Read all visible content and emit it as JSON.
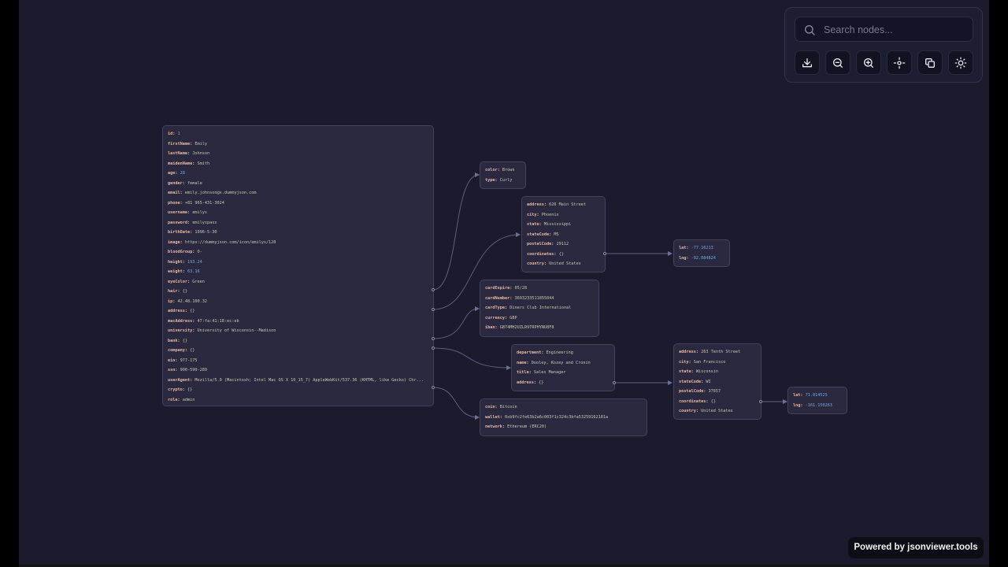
{
  "toolbar": {
    "search_placeholder": "Search nodes...",
    "buttons": [
      {
        "name": "download-button",
        "icon": "download-icon"
      },
      {
        "name": "zoom-out-button",
        "icon": "zoom-out-icon"
      },
      {
        "name": "zoom-in-button",
        "icon": "zoom-in-icon"
      },
      {
        "name": "center-view-button",
        "icon": "crosshair-icon"
      },
      {
        "name": "copy-button",
        "icon": "copy-icon"
      },
      {
        "name": "theme-toggle-button",
        "icon": "sun-icon"
      }
    ]
  },
  "footer": {
    "powered_by": "Powered by jsonviewer.tools"
  },
  "colors": {
    "background": "#1c1b2d",
    "node": "#2a2940",
    "key": "#e6b8a2",
    "string": "#c9c9b0",
    "number": "#7aa8e0",
    "edge": "#6a6a8c"
  },
  "nodes": {
    "root": [
      {
        "k": "id",
        "v": "1",
        "t": "num"
      },
      {
        "k": "firstName",
        "v": "Emily"
      },
      {
        "k": "lastName",
        "v": "Johnson"
      },
      {
        "k": "maidenName",
        "v": "Smith"
      },
      {
        "k": "age",
        "v": "28",
        "t": "num"
      },
      {
        "k": "gender",
        "v": "female"
      },
      {
        "k": "email",
        "v": "emily.johnson@x.dummyjson.com"
      },
      {
        "k": "phone",
        "v": "+81 965-431-3024"
      },
      {
        "k": "username",
        "v": "emilys"
      },
      {
        "k": "password",
        "v": "emilyspass"
      },
      {
        "k": "birthDate",
        "v": "1996-5-30"
      },
      {
        "k": "image",
        "v": "https://dummyjson.com/icon/emilys/128"
      },
      {
        "k": "bloodGroup",
        "v": "O-"
      },
      {
        "k": "height",
        "v": "193.24",
        "t": "num"
      },
      {
        "k": "weight",
        "v": "63.16",
        "t": "num"
      },
      {
        "k": "eyeColor",
        "v": "Green"
      },
      {
        "k": "hair",
        "v": "{}"
      },
      {
        "k": "ip",
        "v": "42.48.100.32"
      },
      {
        "k": "address",
        "v": "{}"
      },
      {
        "k": "macAddress",
        "v": "47:fa:41:18:ec:eb"
      },
      {
        "k": "university",
        "v": "University of Wisconsin--Madison"
      },
      {
        "k": "bank",
        "v": "{}"
      },
      {
        "k": "company",
        "v": "{}"
      },
      {
        "k": "ein",
        "v": "977-175"
      },
      {
        "k": "ssn",
        "v": "900-590-289"
      },
      {
        "k": "userAgent",
        "v": "Mozilla/5.0 (Macintosh; Intel Mac OS X 10_15_7) AppleWebKit/537.36 (KHTML, like Gecko) Chr..."
      },
      {
        "k": "crypto",
        "v": "{}"
      },
      {
        "k": "role",
        "v": "admin"
      }
    ],
    "hair": [
      {
        "k": "color",
        "v": "Brown"
      },
      {
        "k": "type",
        "v": "Curly"
      }
    ],
    "address": [
      {
        "k": "address",
        "v": "626 Main Street"
      },
      {
        "k": "city",
        "v": "Phoenix"
      },
      {
        "k": "state",
        "v": "Mississippi"
      },
      {
        "k": "stateCode",
        "v": "MS"
      },
      {
        "k": "postalCode",
        "v": "29112"
      },
      {
        "k": "coordinates",
        "v": "{}"
      },
      {
        "k": "country",
        "v": "United States"
      }
    ],
    "address_coordinates": [
      {
        "k": "lat",
        "v": "-77.16213",
        "t": "num"
      },
      {
        "k": "lng",
        "v": "-92.084824",
        "t": "num"
      }
    ],
    "bank": [
      {
        "k": "cardExpire",
        "v": "05/28"
      },
      {
        "k": "cardNumber",
        "v": "3693233511855044"
      },
      {
        "k": "cardType",
        "v": "Diners Club International"
      },
      {
        "k": "currency",
        "v": "GBP"
      },
      {
        "k": "iban",
        "v": "GB74MH2UZLR9TRPHYNU8F8"
      }
    ],
    "company": [
      {
        "k": "department",
        "v": "Engineering"
      },
      {
        "k": "name",
        "v": "Dooley, Kozey and Cronin"
      },
      {
        "k": "title",
        "v": "Sales Manager"
      },
      {
        "k": "address",
        "v": "{}"
      }
    ],
    "company_address": [
      {
        "k": "address",
        "v": "263 Tenth Street"
      },
      {
        "k": "city",
        "v": "San Francisco"
      },
      {
        "k": "state",
        "v": "Wisconsin"
      },
      {
        "k": "stateCode",
        "v": "WI"
      },
      {
        "k": "postalCode",
        "v": "37657"
      },
      {
        "k": "coordinates",
        "v": "{}"
      },
      {
        "k": "country",
        "v": "United States"
      }
    ],
    "company_coordinates": [
      {
        "k": "lat",
        "v": "71.814525",
        "t": "num"
      },
      {
        "k": "lng",
        "v": "-161.150263",
        "t": "num"
      }
    ],
    "crypto": [
      {
        "k": "coin",
        "v": "Bitcoin"
      },
      {
        "k": "wallet",
        "v": "0xb9fc2fe63b2a6c003f1c324c3bfa53259162181a"
      },
      {
        "k": "network",
        "v": "Ethereum (ERC20)"
      }
    ]
  }
}
